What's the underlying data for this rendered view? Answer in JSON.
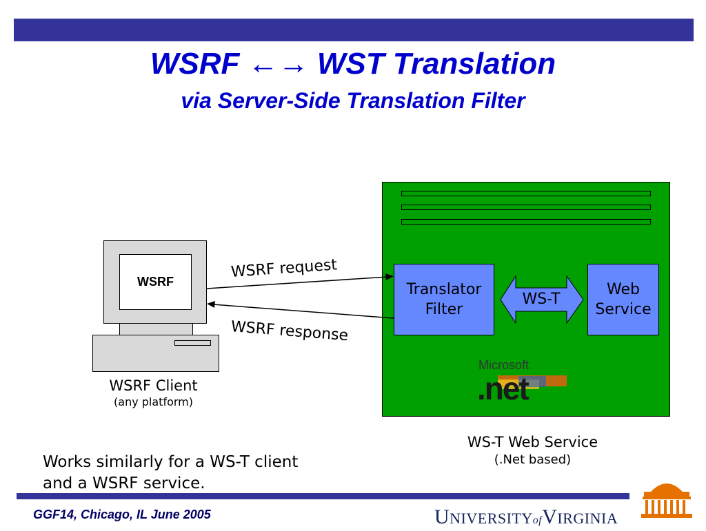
{
  "header": {
    "title": "WSRF ←→ WST Translation",
    "subtitle": "via Server-Side Translation Filter"
  },
  "client": {
    "screen_label": "WSRF",
    "caption": "WSRF Client",
    "caption_sub": "(any platform)"
  },
  "arrows": {
    "request_label": "WSRF request",
    "response_label": "WSRF response"
  },
  "server": {
    "translator_line1": "Translator",
    "translator_line2": "Filter",
    "wst_label": "WS-T",
    "webservice_line1": "Web",
    "webservice_line2": "Service",
    "ms_logo_text": "Microsoft",
    "net_logo_text": ".net",
    "caption": "WS-T Web Service",
    "caption_sub": "(.Net based)"
  },
  "note": {
    "line1": "Works similarly for a WS-T client",
    "line2": "and a WSRF service."
  },
  "footer": {
    "left_text": "GGF14, Chicago, IL June  2005",
    "uva_u": "U",
    "uva_niversity": "NIVERSITY",
    "uva_of": "of",
    "uva_v": "V",
    "uva_irginia": "IRGINIA"
  },
  "colors": {
    "bar": "#333399",
    "title": "#0000cc",
    "server_bg": "#00a000",
    "box_blue": "#6688ff",
    "uva_orange": "#e57200"
  }
}
